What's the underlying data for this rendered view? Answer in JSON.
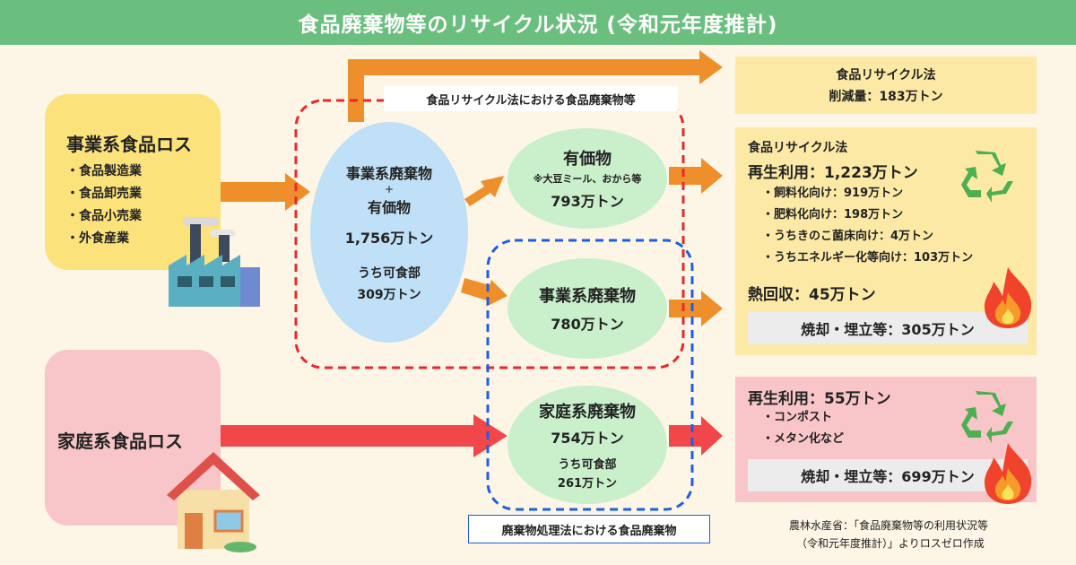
{
  "title": "食品廃棄物等のリサイクル状況 (令和元年度推計)",
  "business_loss": {
    "heading": "事業系食品ロス",
    "items": [
      "・食品製造業",
      "・食品卸売業",
      "・食品小売業",
      "・外食産業"
    ]
  },
  "household_loss": {
    "heading": "家庭系食品ロス"
  },
  "recycle_law_label": "食品リサイクル法における食品廃棄物等",
  "disposal_law_label": "廃棄物処理法における食品廃棄物",
  "business_waste_total": {
    "line1": "事業系廃棄物",
    "plus": "+",
    "line2": "有価物",
    "amount": "1,756万トン",
    "edible_label": "うち可食部",
    "edible_amount": "309万トン"
  },
  "valuables": {
    "label": "有価物",
    "note": "※大豆ミール、おから等",
    "amount": "793万トン"
  },
  "business_waste": {
    "label": "事業系廃棄物",
    "amount": "780万トン"
  },
  "household_waste": {
    "label": "家庭系廃棄物",
    "amount": "754万トン",
    "edible_label": "うち可食部",
    "edible_amount": "261万トン"
  },
  "reduction": {
    "line1": "食品リサイクル法",
    "line2": "削減量：183万トン"
  },
  "business_result": {
    "law": "食品リサイクル法",
    "recycle": "再生利用：1,223万トン",
    "items": [
      "・飼料化向け：919万トン",
      "・肥料化向け：198万トン",
      "・うちきのこ菌床向け：4万トン",
      "・うちエネルギー化等向け：103万トン"
    ],
    "heat": "熱回収：45万トン",
    "incineration": "焼却・埋立等：305万トン"
  },
  "household_result": {
    "recycle": "再生利用：55万トン",
    "items": [
      "・コンポスト",
      "・メタン化など"
    ],
    "incineration": "焼却・埋立等：699万トン"
  },
  "source_note": {
    "line1": "農林水産省：「食品廃棄物等の利用状況等",
    "line2": "（令和元年度推計）」よりロスゼロ作成"
  },
  "colors": {
    "title_bar": "#6abf7f",
    "orange_arrow": "#ef8f2c",
    "red_arrow": "#f2474a",
    "red_dash": "#e8292e",
    "blue_dash": "#1f5fe0",
    "blue_ellipse": "#bfe0f6",
    "green_ellipse": "#c9efcb"
  },
  "icons": [
    "factory-icon",
    "house-icon",
    "recycle-icon",
    "fire-icon"
  ]
}
